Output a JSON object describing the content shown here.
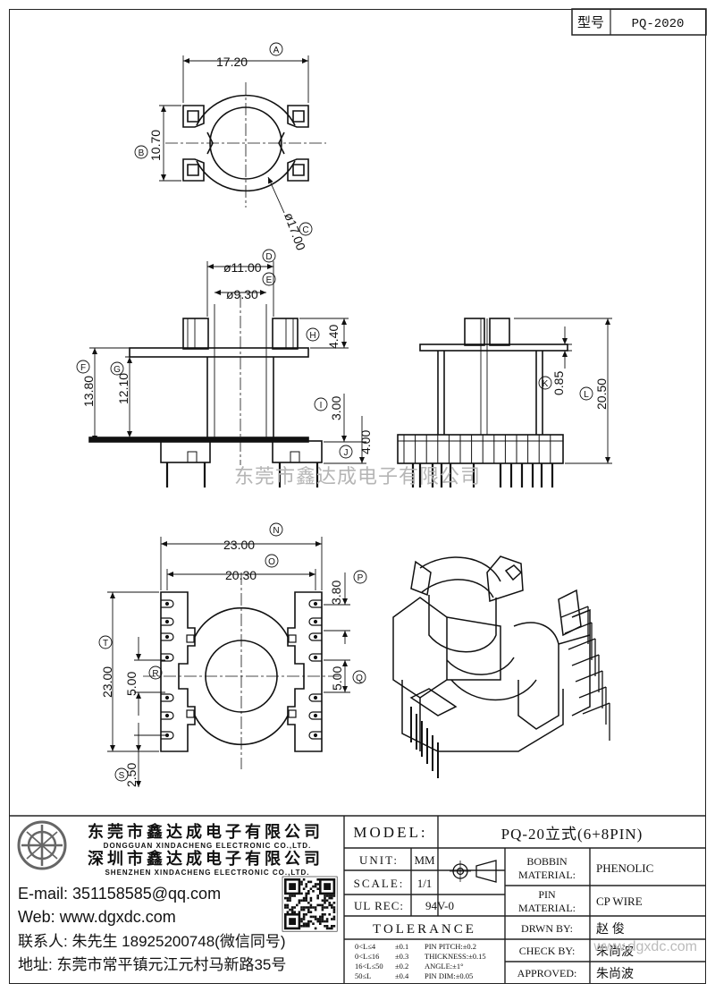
{
  "header": {
    "model_label": "型号",
    "model_value": "PQ-2020"
  },
  "watermark": "东莞市鑫达成电子有限公司",
  "watermark_corner": "www.dgxdc.com",
  "dimensions": {
    "A": {
      "letter": "A",
      "value": "17.20"
    },
    "B": {
      "letter": "B",
      "value": "10.70"
    },
    "C": {
      "letter": "C",
      "value": "ø17.00"
    },
    "D": {
      "letter": "D",
      "value": "ø11.00"
    },
    "E": {
      "letter": "E",
      "value": "ø9.30"
    },
    "F": {
      "letter": "F",
      "value": "13.80"
    },
    "G": {
      "letter": "G",
      "value": "12.10"
    },
    "H": {
      "letter": "H",
      "value": "4.40"
    },
    "I": {
      "letter": "I",
      "value": "3.00"
    },
    "J": {
      "letter": "J",
      "value": "4.00"
    },
    "K": {
      "letter": "K",
      "value": "0.85"
    },
    "L": {
      "letter": "L",
      "value": "20.50"
    },
    "N": {
      "letter": "N",
      "value": "23.00"
    },
    "O": {
      "letter": "O",
      "value": "20.30"
    },
    "P": {
      "letter": "P",
      "value": "3.80"
    },
    "Q": {
      "letter": "Q",
      "value": "5.00"
    },
    "R": {
      "letter": "R",
      "value": "5.00"
    },
    "S": {
      "letter": "S",
      "value": "2.50"
    },
    "T": {
      "letter": "T",
      "value": "23.00"
    }
  },
  "company": {
    "name_dg": "东莞市鑫达成电子有限公司",
    "name_dg_en": "DONGGUAN XINDACHENG ELECTRONIC CO.,LTD.",
    "name_sz": "深圳市鑫达成电子有限公司",
    "name_sz_en": "SHENZHEN XINDACHENG ELECTRONIC CO.,LTD.",
    "email": "E-mail: 351158585@qq.com",
    "web": "Web: www.dgxdc.com",
    "contact": "联系人: 朱先生 18925200748(微信同号)",
    "address": "地址: 东莞市常平镇元江元村马新路35号"
  },
  "titleblock": {
    "model_label": "MODEL:",
    "model_value": "PQ-20立式(6+8PIN)",
    "unit_label": "UNIT:",
    "unit_value": "MM",
    "scale_label": "SCALE:",
    "scale_value": "1/1",
    "ulrec_label": "UL REC:",
    "ulrec_value": "94V-0",
    "tolerance_label": "TOLERANCE",
    "tol_rows": [
      {
        "range": "0<L≤4",
        "tol": "±0.1",
        "item": "PIN PITCH:±0.2"
      },
      {
        "range": "0<L≤16",
        "tol": "±0.3",
        "item": "THICKNESS:±0.15"
      },
      {
        "range": "16<L≤50",
        "tol": "±0.2",
        "item": "ANGLE:±1°"
      },
      {
        "range": "50≤L",
        "tol": "±0.4",
        "item": "PIN DIM:±0.05"
      }
    ],
    "bobbin_label_1": "BOBBIN",
    "bobbin_label_2": "MATERIAL:",
    "bobbin_value": "PHENOLIC",
    "pin_label_1": "PIN",
    "pin_label_2": "MATERIAL:",
    "pin_value": "CP WIRE",
    "drwn_label": "DRWN BY:",
    "drwn_value": "赵 俊",
    "check_label": "CHECK BY:",
    "check_value": "朱尚波",
    "approved_label": "APPROVED:",
    "approved_value": "朱尚波"
  }
}
